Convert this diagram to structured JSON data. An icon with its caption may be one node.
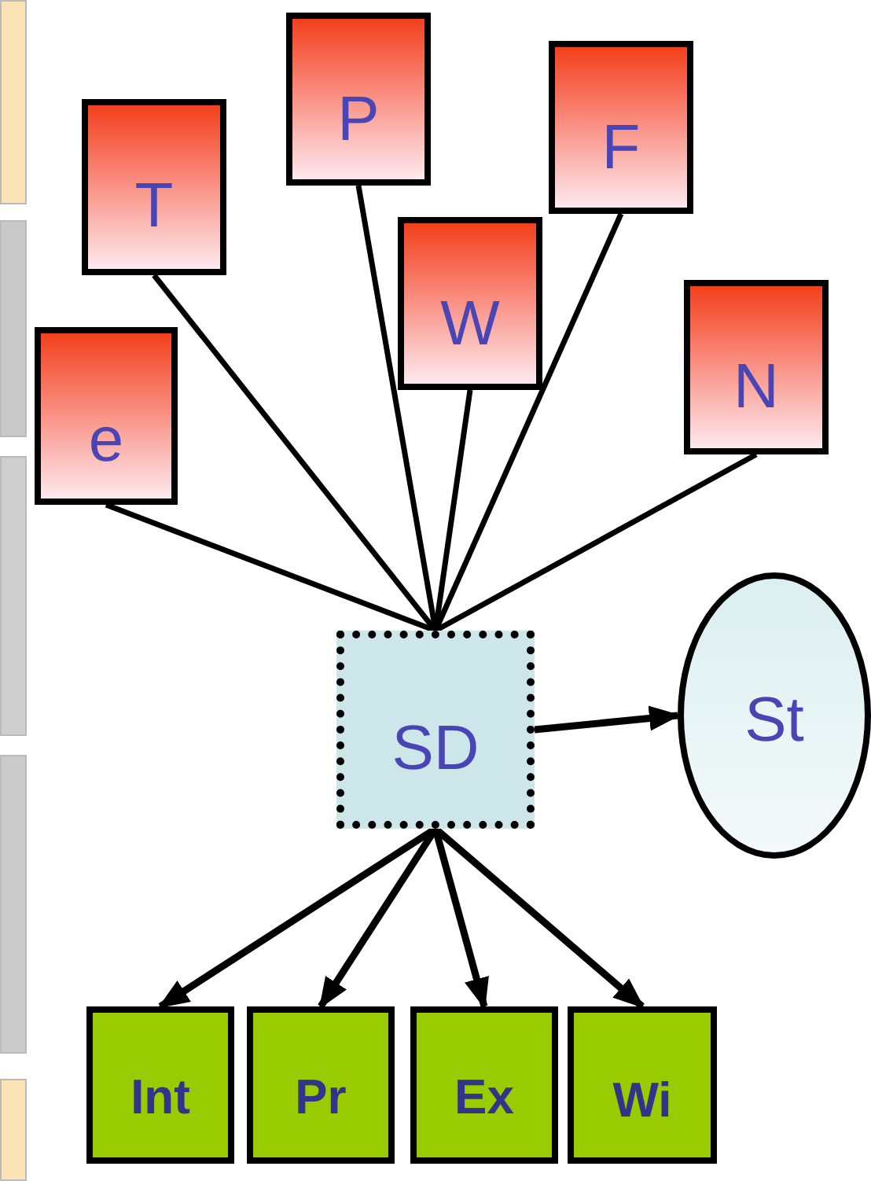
{
  "diagram": {
    "nodes": [
      {
        "text": [
          "P"
        ]
      },
      {
        "text": [
          "F"
        ]
      },
      {
        "text": [
          "T"
        ]
      },
      {
        "text": [
          "W"
        ]
      },
      {
        "text": [
          "N"
        ]
      },
      {
        "text": [
          "e"
        ]
      },
      {
        "text": [
          "SD"
        ]
      },
      {
        "text": [
          "St"
        ]
      },
      {
        "text": [
          "Int"
        ]
      },
      {
        "text": [
          "Pr"
        ]
      },
      {
        "text": [
          "Ex"
        ]
      },
      {
        "text": [
          "Wi"
        ]
      }
    ],
    "edges": [
      {
        "from": 5,
        "to": 6,
        "arrow": "none"
      },
      {
        "from": 2,
        "to": 6,
        "arrow": "none"
      },
      {
        "from": 0,
        "to": 6,
        "arrow": "none"
      },
      {
        "from": 3,
        "to": 6,
        "arrow": "none"
      },
      {
        "from": 1,
        "to": 6,
        "arrow": "none"
      },
      {
        "from": 4,
        "to": 6,
        "arrow": "none"
      },
      {
        "from": 6,
        "to": 7,
        "arrow": "to"
      },
      {
        "from": 6,
        "to": 8,
        "arrow": "to"
      },
      {
        "from": 6,
        "to": 9,
        "arrow": "to"
      },
      {
        "from": 6,
        "to": 10,
        "arrow": "to"
      },
      {
        "from": 6,
        "to": 11,
        "arrow": "to"
      }
    ]
  }
}
